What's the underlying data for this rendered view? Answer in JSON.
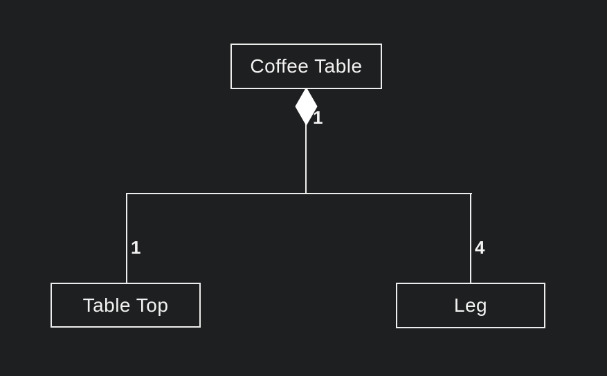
{
  "diagram": {
    "parent": {
      "label": "Coffee Table",
      "multiplicity": "1"
    },
    "children": [
      {
        "label": "Table Top",
        "multiplicity": "1"
      },
      {
        "label": "Leg",
        "multiplicity": "4"
      }
    ],
    "relationship": "composition"
  },
  "colors": {
    "background": "#1e1f20",
    "line": "#ededed",
    "text": "#f2f2f2",
    "diamond_fill": "#ffffff"
  }
}
